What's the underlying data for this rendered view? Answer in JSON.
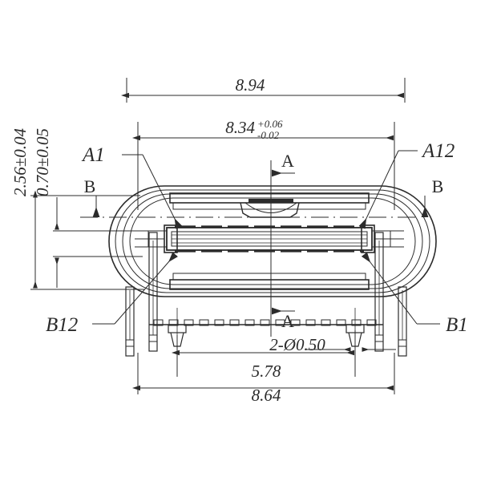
{
  "drawing": {
    "type": "engineering-drawing",
    "view": "usb-type-c-receptacle-top-view",
    "line_color": "#2b2b2b",
    "background": "#ffffff"
  },
  "dimensions": {
    "overall_width": "8.94",
    "shell_width_nominal": "8.34",
    "shell_width_tol_plus": "+0.06",
    "shell_width_tol_minus": "-0.02",
    "height_overall": "2.56±0.04",
    "height_inner": "0.70±0.05",
    "hole_callout": "2-Ø0.50",
    "hole_pitch": "5.78",
    "pin_span": "8.64"
  },
  "labels": {
    "a1": "A1",
    "a12": "A12",
    "b1": "B1",
    "b12": "B12",
    "section_a_top": "A",
    "section_a_bottom": "A",
    "section_b_left": "B",
    "section_b_right": "B"
  },
  "icons": {
    "arrow_left": "arrow-left-icon",
    "arrow_down": "arrow-down-icon"
  }
}
